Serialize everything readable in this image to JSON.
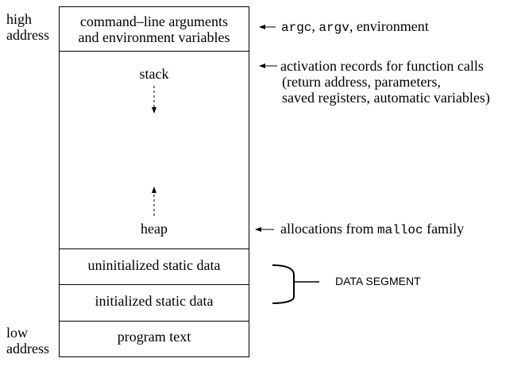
{
  "address_labels": {
    "high": [
      "high",
      "address"
    ],
    "low": [
      "low",
      "address"
    ]
  },
  "segments": {
    "args_env": [
      "command–line arguments",
      "and environment variables"
    ],
    "stack": "stack",
    "heap": "heap",
    "uninit_data": "uninitialized static data",
    "init_data": "initialized static data",
    "program_text": "program text"
  },
  "annotations": {
    "args_env": {
      "parts": [
        {
          "text": "argc",
          "style": "mono"
        },
        {
          "text": ", ",
          "style": "serif"
        },
        {
          "text": "argv",
          "style": "mono"
        },
        {
          "text": ", environment",
          "style": "serif"
        }
      ]
    },
    "stack": [
      "activation records for function calls",
      "(return address, parameters,",
      "saved registers, automatic variables)"
    ],
    "heap": {
      "parts": [
        {
          "text": "allocations from ",
          "style": "serif"
        },
        {
          "text": "malloc",
          "style": "mono"
        },
        {
          "text": " family",
          "style": "serif"
        }
      ]
    },
    "data_segment": "DATA SEGMENT"
  }
}
